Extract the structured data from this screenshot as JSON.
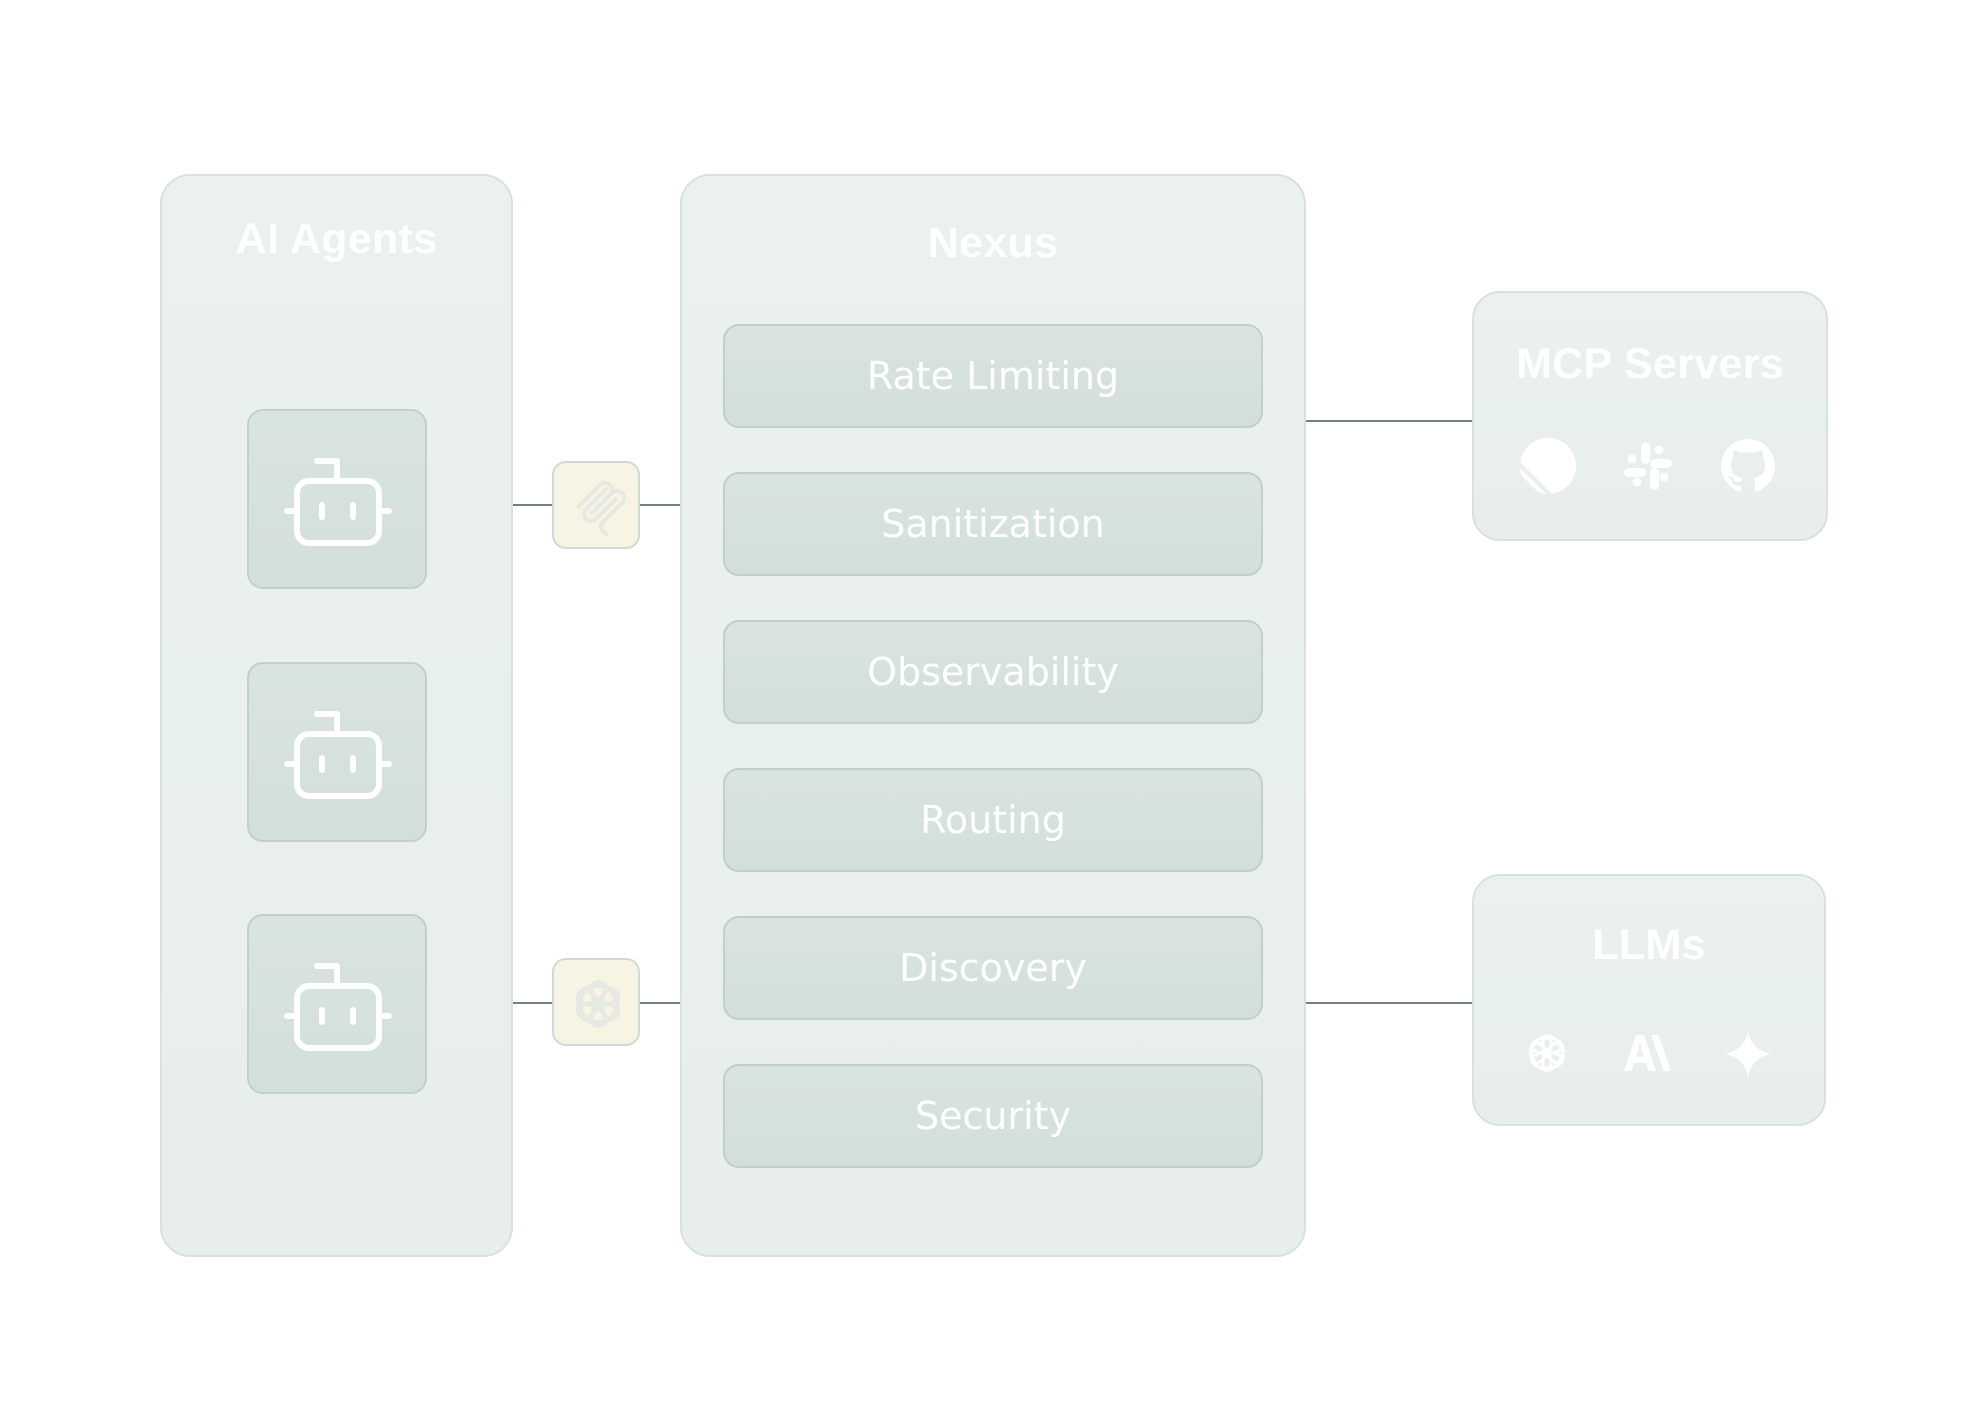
{
  "diagram": {
    "agents_panel": {
      "title": "AI Agents",
      "agents": [
        {
          "icon": "bot-icon"
        },
        {
          "icon": "bot-icon"
        },
        {
          "icon": "bot-icon"
        }
      ]
    },
    "protocol_badges": [
      {
        "icon": "mcp-logo-icon",
        "connects": "agent-1 -> nexus"
      },
      {
        "icon": "openai-logo-icon",
        "connects": "agent-3 -> nexus"
      }
    ],
    "nexus_panel": {
      "title": "Nexus",
      "modules": [
        {
          "label": "Rate Limiting"
        },
        {
          "label": "Sanitization"
        },
        {
          "label": "Observability"
        },
        {
          "label": "Routing"
        },
        {
          "label": "Discovery"
        },
        {
          "label": "Security"
        }
      ]
    },
    "mcp_panel": {
      "title": "MCP Servers",
      "logos": [
        {
          "name": "linear-logo-icon"
        },
        {
          "name": "slack-logo-icon"
        },
        {
          "name": "github-logo-icon"
        }
      ]
    },
    "llm_panel": {
      "title": "LLMs",
      "logos": [
        {
          "name": "openai-logo-icon"
        },
        {
          "name": "anthropic-logo-icon"
        },
        {
          "name": "gemini-logo-icon"
        }
      ]
    },
    "colors": {
      "panel_bg": "#e9f0ef",
      "card_bg": "#d6e1de",
      "badge_bg": "#f8f4e4",
      "line": "#6f827d",
      "text": "#ffffff"
    }
  }
}
